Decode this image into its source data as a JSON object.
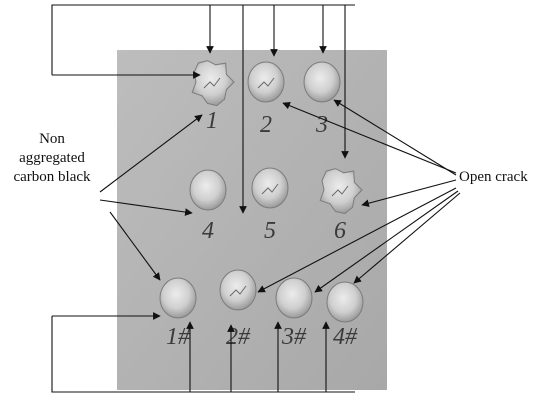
{
  "labels": {
    "non_aggregated": [
      "Non",
      "aggregated",
      "carbon black"
    ],
    "open_crack": "Open crack"
  },
  "samples": [
    {
      "number": "1",
      "shape": "crumbled"
    },
    {
      "number": "2",
      "shape": "cracked"
    },
    {
      "number": "3",
      "shape": "round"
    },
    {
      "number": "4",
      "shape": "round"
    },
    {
      "number": "5",
      "shape": "cracked"
    },
    {
      "number": "6",
      "shape": "crumbled"
    },
    {
      "number": "1#",
      "shape": "round"
    },
    {
      "number": "2#",
      "shape": "cracked"
    },
    {
      "number": "3#",
      "shape": "round"
    },
    {
      "number": "4#",
      "shape": "round"
    }
  ],
  "colors": {
    "board": "#b2b2b2",
    "sample": "#d6d6d6",
    "line": "#111111"
  }
}
